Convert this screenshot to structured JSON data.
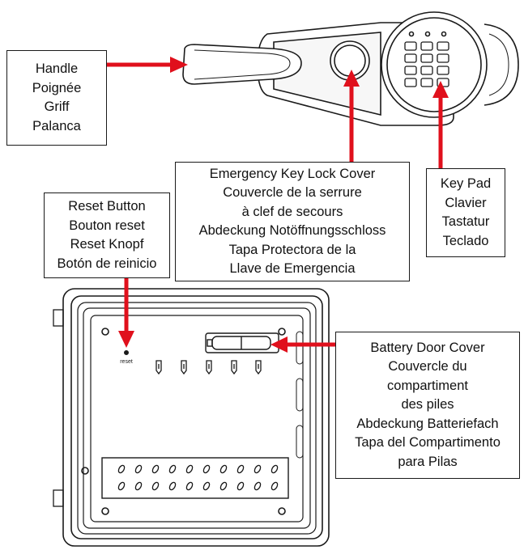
{
  "colors": {
    "arrow": "#e0101c",
    "line": "#1a1a1a"
  },
  "callouts": {
    "handle": [
      "Handle",
      "Poignée",
      "Griff",
      "Palanca"
    ],
    "emergency": [
      "Emergency Key Lock Cover",
      "Couvercle de la serrure",
      "à clef de secours",
      "Abdeckung Notöffnungsschloss",
      "Tapa Protectora de la",
      "Llave de Emergencia"
    ],
    "keypad": [
      "Key Pad",
      "Clavier",
      "Tastatur",
      "Teclado"
    ],
    "reset": [
      "Reset Button",
      "Bouton reset",
      "Reset Knopf",
      "Botón de reinicio"
    ],
    "battery": [
      "Battery Door Cover",
      "Couvercle du",
      "compartiment",
      "des piles",
      "Abdeckung Batteriefach",
      "Tapa del Compartimento",
      "para Pilas"
    ]
  },
  "door": {
    "reset_label": "reset"
  }
}
